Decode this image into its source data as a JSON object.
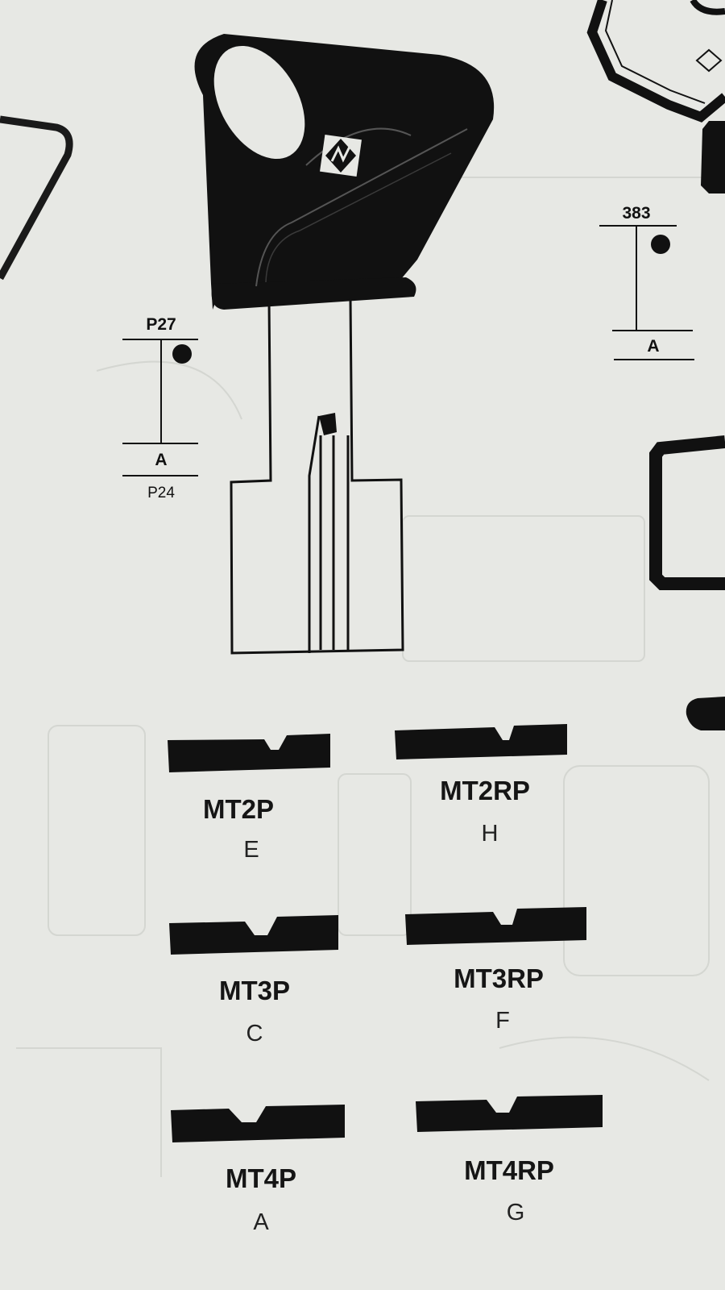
{
  "key_blank": {
    "logo_icon": "crossed-s-logo-icon"
  },
  "left_gauge": {
    "top_label": "P27",
    "bottom_label": "A",
    "sub_label": "P24"
  },
  "right_gauge": {
    "top_label": "383",
    "bottom_label": "A"
  },
  "profiles": [
    {
      "name": "MT2P",
      "code": "E"
    },
    {
      "name": "MT2RP",
      "code": "H"
    },
    {
      "name": "MT3P",
      "code": "C"
    },
    {
      "name": "MT3RP",
      "code": "F"
    },
    {
      "name": "MT4P",
      "code": "A"
    },
    {
      "name": "MT4RP",
      "code": "G"
    }
  ],
  "colors": {
    "paper": "#e7e8e4",
    "ink": "#111111"
  }
}
